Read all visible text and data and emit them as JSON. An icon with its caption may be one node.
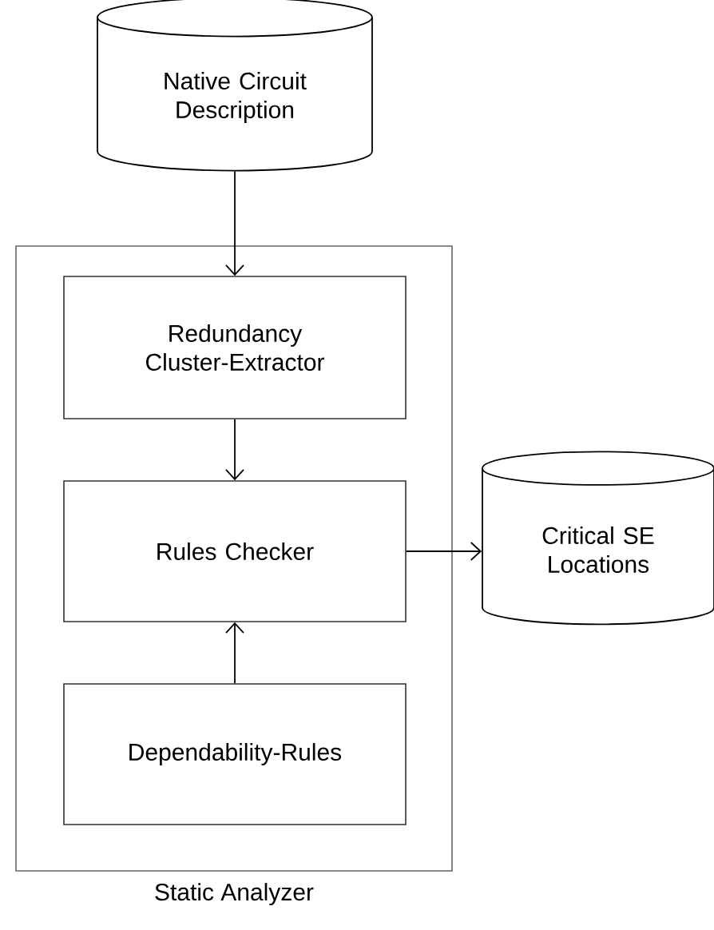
{
  "diagram": {
    "nodes": [
      {
        "text": [
          "Native Circuit Description"
        ]
      },
      {
        "text": [
          "Static Analyzer"
        ]
      },
      {
        "text": [
          "Redundancy Cluster-Extractor"
        ],
        "in": 1
      },
      {
        "text": [
          "Rules Checker"
        ],
        "in": 1
      },
      {
        "text": [
          "Dependability-Rules"
        ],
        "in": 1
      },
      {
        "text": [
          "Critical SE Locations"
        ]
      }
    ],
    "edges": [
      {
        "from": 0,
        "to": 2,
        "arrow": "to"
      },
      {
        "from": 2,
        "to": 3,
        "arrow": "to"
      },
      {
        "from": 4,
        "to": 3,
        "arrow": "to"
      },
      {
        "from": 3,
        "to": 5,
        "arrow": "to"
      }
    ]
  }
}
